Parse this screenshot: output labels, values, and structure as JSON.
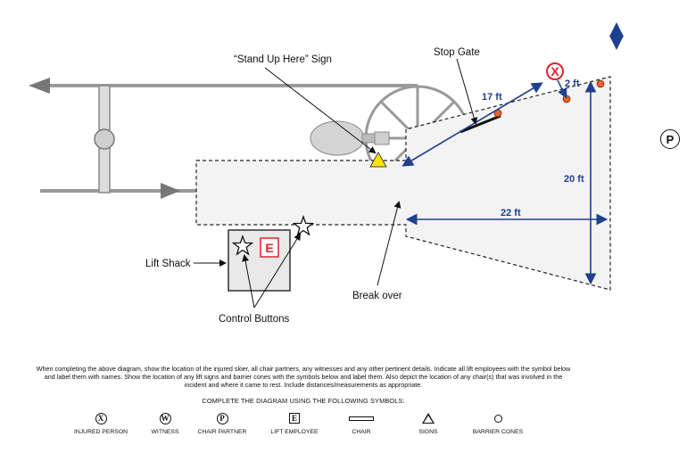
{
  "labels": {
    "stand_up_sign": "“Stand Up Here” Sign",
    "stop_gate": "Stop Gate",
    "lift_shack": "Lift Shack",
    "control_buttons": "Control Buttons",
    "break_over": "Break over"
  },
  "measurements": {
    "d17": "17 ft",
    "d2": "2 ft",
    "d20": "20 ft",
    "d22": "22 ft"
  },
  "markers": {
    "injured_person_letter": "X",
    "lift_employee_letter": "E",
    "chair_partner_letter": "P"
  },
  "instructions": {
    "text": "When completing the above diagram, show the location of the injured skier, all chair partners, any witnesses and any other pertinent details. Indicate all lift employees with the symbol below and label them with names. Show the location of any lift signs and barrier cones with the symbols below and label them. Also depict the location of any chair(s) that was involved in the incident and where it came to rest. Include distances/measurements as appropriate.",
    "complete_heading": "COMPLETE THE DIAGRAM USING THE FOLLOWING SYMBOLS:"
  },
  "legend": [
    {
      "letter": "X",
      "label": "INJURED PERSON"
    },
    {
      "letter": "W",
      "label": "WITNESS"
    },
    {
      "letter": "P",
      "label": "CHAIR PARTNER"
    },
    {
      "letter": "E",
      "label": "LIFT EMPLOYEE"
    },
    {
      "letter": "",
      "label": "CHAIR"
    },
    {
      "letter": "",
      "label": "SIGNS"
    },
    {
      "letter": "",
      "label": "BARRIER CONES"
    }
  ],
  "colors": {
    "measure_blue": "#1f3f8f",
    "marker_red": "#e0242b",
    "cone_orange": "#e8632b",
    "sign_yellow": "#ffe400",
    "cable_gray": "#9a9a9a"
  }
}
